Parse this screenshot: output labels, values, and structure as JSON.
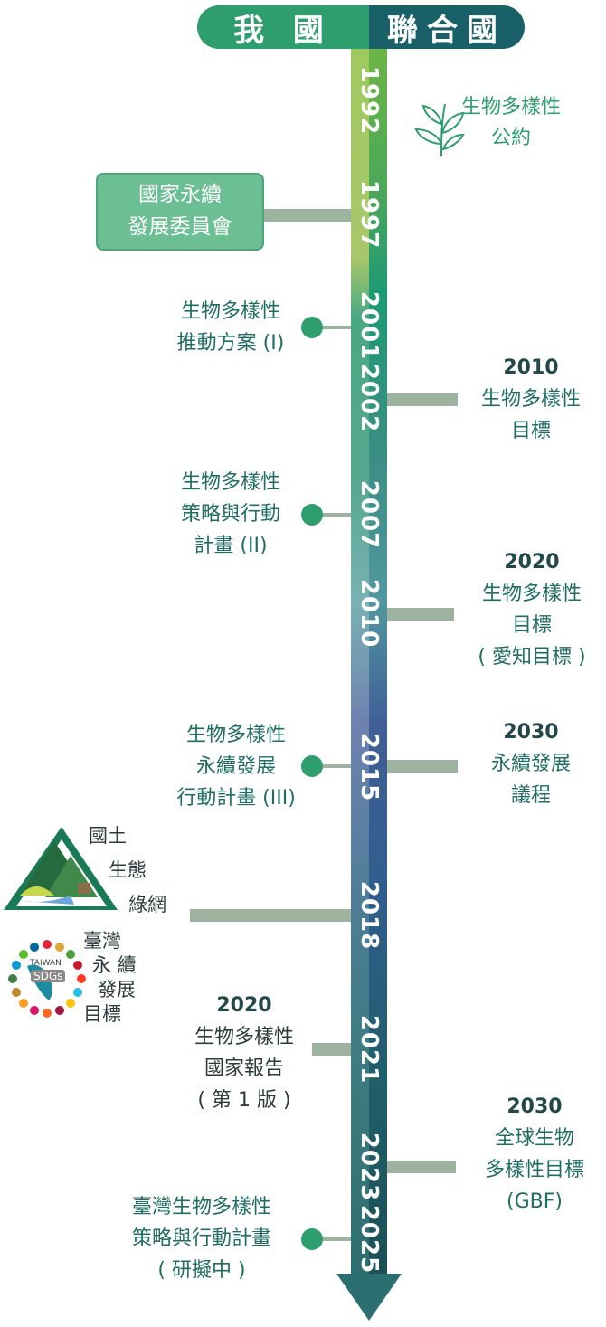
{
  "header": {
    "left": "我 國",
    "right": "聯合國"
  },
  "years": [
    "1992",
    "1997",
    "2001",
    "2002",
    "2007",
    "2010",
    "2015",
    "2018",
    "2021",
    "2023",
    "2025"
  ],
  "events": {
    "cbd": {
      "line1": "生物多樣性",
      "line2": "公約"
    },
    "council": {
      "line1": "國家永續",
      "line2": "發展委員會"
    },
    "bap1": {
      "line1": "生物多樣性",
      "line2": "推動方案 (I)"
    },
    "t2010": {
      "year": "2010",
      "line1": "生物多樣性",
      "line2": "目標"
    },
    "bap2": {
      "line1": "生物多樣性",
      "line2": "策略與行動",
      "line3": "計畫 (II)"
    },
    "aichi": {
      "year": "2020",
      "line1": "生物多樣性",
      "line2": "目標",
      "line3": "( 愛知目標 )"
    },
    "bap3": {
      "line1": "生物多樣性",
      "line2": "永續發展",
      "line3": "行動計畫 (III)"
    },
    "sdg2030": {
      "year": "2030",
      "line1": "永續發展",
      "line2": "議程"
    },
    "green": {
      "line1": "國土",
      "line2": "生態",
      "line3": "綠網"
    },
    "tsdg": {
      "badge": "TAIWAN",
      "badge2": "SDGs",
      "line1": "臺灣",
      "line2": "永 續",
      "line3": "發展",
      "line4": "目標"
    },
    "report": {
      "year": "2020",
      "line1": "生物多樣性",
      "line2": "國家報告",
      "line3": "( 第 1 版 )"
    },
    "gbf": {
      "year": "2030",
      "line1": "全球生物",
      "line2": "多樣性目標",
      "line3": "(GBF)"
    },
    "strategy": {
      "line1": "臺灣生物多樣性",
      "line2": "策略與行動計畫",
      "line3": "( 研擬中 )"
    }
  },
  "colors": {
    "green": "#2e9e6e",
    "teal": "#1a6068",
    "connector": "#9db39f"
  }
}
